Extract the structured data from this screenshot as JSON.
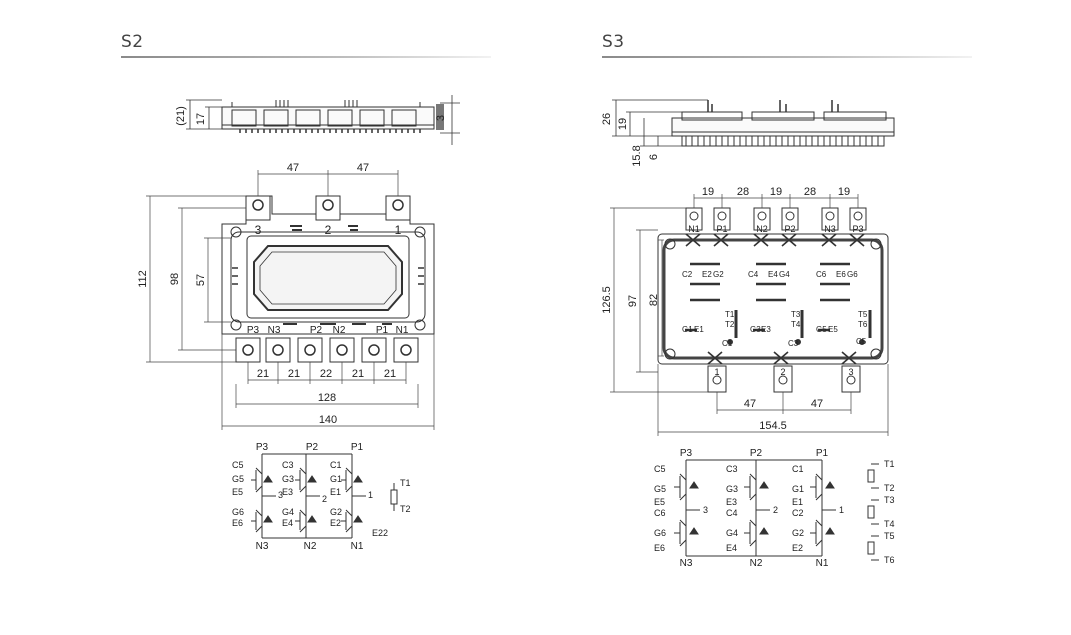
{
  "panels": [
    {
      "title": "S2",
      "side_dims": [
        "(21)",
        "17",
        "3"
      ],
      "top_dims": [
        "47",
        "47"
      ],
      "left_dims": [
        "112",
        "98",
        "57"
      ],
      "bottom_dims": [
        "21",
        "21",
        "22",
        "21",
        "21"
      ],
      "overall_dims": [
        "128",
        "140"
      ],
      "top_terminals": [
        "3",
        "2",
        "1"
      ],
      "bottom_terminals": [
        "P3",
        "N3",
        "P2",
        "N2",
        "P1",
        "N1"
      ],
      "schematic": {
        "top": [
          "P3",
          "P2",
          "P1"
        ],
        "bottom": [
          "N3",
          "N2",
          "N1"
        ],
        "left3": [
          "C5",
          "G5",
          "E5",
          "G6",
          "E6"
        ],
        "left2": [
          "C3",
          "G3",
          "E3",
          "G4",
          "E4"
        ],
        "left1": [
          "C1",
          "G1",
          "E1",
          "G2",
          "E2"
        ],
        "outs": [
          "3",
          "2",
          "1"
        ],
        "thermistor": [
          "T1",
          "T2"
        ],
        "extra": "E22"
      }
    },
    {
      "title": "S3",
      "side_dims": [
        "26",
        "19",
        "15.8",
        "6"
      ],
      "top_dims": [
        "19",
        "28",
        "19",
        "28",
        "19"
      ],
      "left_dims": [
        "126.5",
        "97",
        "82"
      ],
      "bottom_dims": [
        "47",
        "47"
      ],
      "overall_dims": [
        "154.5"
      ],
      "top_terminals": [
        "N1",
        "P1",
        "N2",
        "P2",
        "N3",
        "P3"
      ],
      "bottom_terminals": [
        "1",
        "2",
        "3"
      ],
      "inner_labels": {
        "row1": [
          "C2",
          "E2",
          "G2",
          "C4",
          "E4",
          "G4",
          "C6",
          "E6",
          "G6"
        ],
        "row2": [
          "T1",
          "T2",
          "T3",
          "T4",
          "T5",
          "T6"
        ],
        "row3": [
          "G1",
          "E1",
          "G3",
          "E3",
          "G5",
          "E5"
        ],
        "row4": [
          "C1",
          "C3",
          "C5"
        ]
      },
      "schematic": {
        "top": [
          "P3",
          "P2",
          "P1"
        ],
        "bottom": [
          "N3",
          "N2",
          "N1"
        ],
        "left3": [
          "C5",
          "G5",
          "E5",
          "C6",
          "G6",
          "E6"
        ],
        "left2": [
          "C3",
          "G3",
          "E3",
          "C4",
          "G4",
          "E4"
        ],
        "left1": [
          "C1",
          "G1",
          "E1",
          "C2",
          "G2",
          "E2"
        ],
        "outs": [
          "3",
          "2",
          "1"
        ],
        "thermistor": [
          "T1",
          "T2",
          "T3",
          "T4",
          "T5",
          "T6"
        ]
      }
    }
  ]
}
